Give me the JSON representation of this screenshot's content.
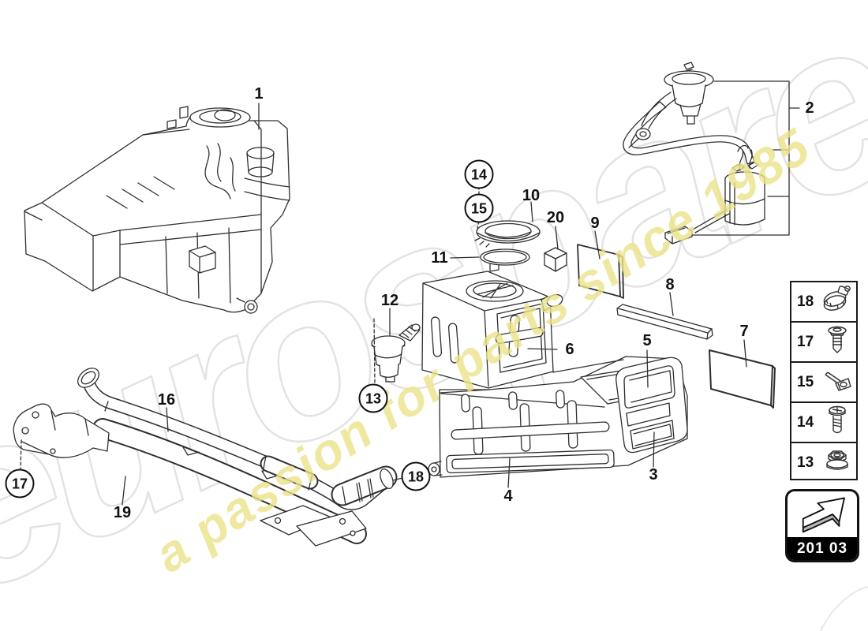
{
  "watermark": {
    "brand": "eurospares",
    "tagline": "a passion for parts since 1985",
    "brand_outline_color": "#e3e3e3",
    "tagline_color": "#ebe28a"
  },
  "figure": {
    "part_labels": [
      {
        "text": "1",
        "circled": false
      },
      {
        "text": "2",
        "circled": false
      },
      {
        "text": "3",
        "circled": false
      },
      {
        "text": "4",
        "circled": false
      },
      {
        "text": "5",
        "circled": false
      },
      {
        "text": "6",
        "circled": false
      },
      {
        "text": "7",
        "circled": false
      },
      {
        "text": "8",
        "circled": false
      },
      {
        "text": "9",
        "circled": false
      },
      {
        "text": "10",
        "circled": false
      },
      {
        "text": "11",
        "circled": false
      },
      {
        "text": "12",
        "circled": false
      },
      {
        "text": "13",
        "circled": true
      },
      {
        "text": "14",
        "circled": true
      },
      {
        "text": "15",
        "circled": true
      },
      {
        "text": "16",
        "circled": false
      },
      {
        "text": "17",
        "circled": true
      },
      {
        "text": "18",
        "circled": true
      },
      {
        "text": "19",
        "circled": false
      },
      {
        "text": "20",
        "circled": false
      }
    ]
  },
  "sidebar": {
    "items": [
      {
        "number": "18",
        "icon": "hose-clamp-icon"
      },
      {
        "number": "17",
        "icon": "push-rivet-icon"
      },
      {
        "number": "15",
        "icon": "retaining-clip-icon"
      },
      {
        "number": "14",
        "icon": "screw-icon"
      },
      {
        "number": "13",
        "icon": "flange-nut-icon"
      }
    ]
  },
  "badge": {
    "code": "201 03",
    "icon": "forward-arrow-icon"
  }
}
